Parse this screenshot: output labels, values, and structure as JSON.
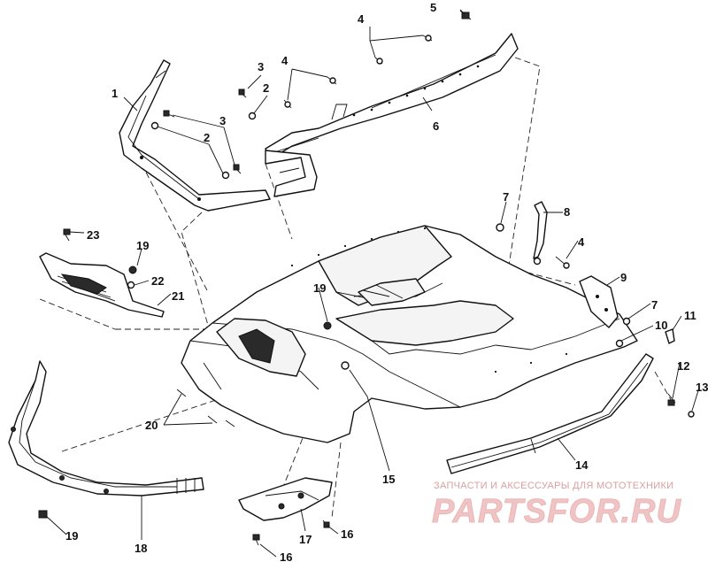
{
  "callouts": [
    {
      "id": "c1",
      "text": "1"
    },
    {
      "id": "c2a",
      "text": "2"
    },
    {
      "id": "c2b",
      "text": "2"
    },
    {
      "id": "c3a",
      "text": "3"
    },
    {
      "id": "c3b",
      "text": "3"
    },
    {
      "id": "c4a",
      "text": "4"
    },
    {
      "id": "c4b",
      "text": "4"
    },
    {
      "id": "c4c",
      "text": "4"
    },
    {
      "id": "c5",
      "text": "5"
    },
    {
      "id": "c6",
      "text": "6"
    },
    {
      "id": "c7a",
      "text": "7"
    },
    {
      "id": "c7b",
      "text": "7"
    },
    {
      "id": "c8",
      "text": "8"
    },
    {
      "id": "c9",
      "text": "9"
    },
    {
      "id": "c10",
      "text": "10"
    },
    {
      "id": "c11",
      "text": "11"
    },
    {
      "id": "c12",
      "text": "12"
    },
    {
      "id": "c13",
      "text": "13"
    },
    {
      "id": "c14",
      "text": "14"
    },
    {
      "id": "c15",
      "text": "15"
    },
    {
      "id": "c16a",
      "text": "16"
    },
    {
      "id": "c16b",
      "text": "16"
    },
    {
      "id": "c17",
      "text": "17"
    },
    {
      "id": "c18",
      "text": "18"
    },
    {
      "id": "c19a",
      "text": "19"
    },
    {
      "id": "c19b",
      "text": "19"
    },
    {
      "id": "c19c",
      "text": "19"
    },
    {
      "id": "c20",
      "text": "20"
    },
    {
      "id": "c21",
      "text": "21"
    },
    {
      "id": "c22",
      "text": "22"
    },
    {
      "id": "c23",
      "text": "23"
    }
  ],
  "watermark": {
    "tagline": "ЗАПЧАСТИ И АКСЕССУАРЫ ДЛЯ МОТОТЕХНИКИ",
    "logo": "PARTSFOR.RU"
  }
}
